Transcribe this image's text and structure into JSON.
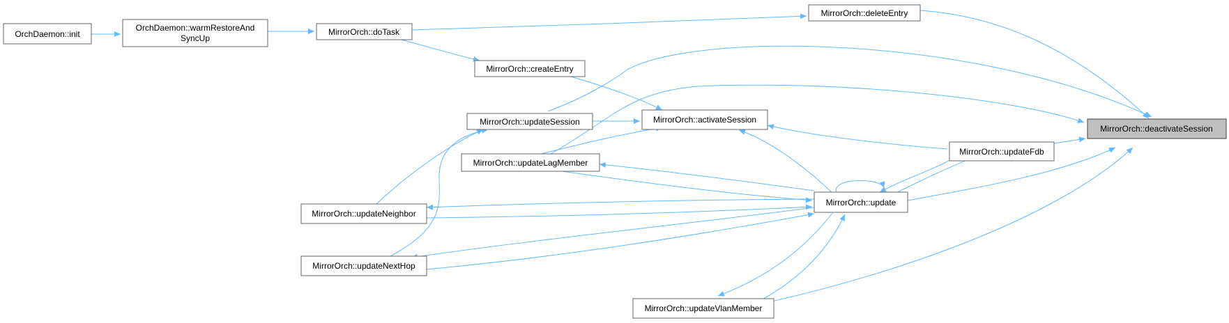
{
  "colors": {
    "edge": "#63b8ff",
    "node_border": "#666666",
    "highlight_fill": "#bfbfbf"
  },
  "nodes": {
    "orch_init": {
      "lines": [
        "OrchDaemon::init"
      ]
    },
    "warm": {
      "lines": [
        "OrchDaemon::warmRestoreAnd",
        "SyncUp"
      ]
    },
    "doTask": {
      "lines": [
        "MirrorOrch::doTask"
      ]
    },
    "deleteEntry": {
      "lines": [
        "MirrorOrch::deleteEntry"
      ]
    },
    "createEntry": {
      "lines": [
        "MirrorOrch::createEntry"
      ]
    },
    "updSession": {
      "lines": [
        "MirrorOrch::updateSession"
      ]
    },
    "activate": {
      "lines": [
        "MirrorOrch::activateSession"
      ]
    },
    "lag": {
      "lines": [
        "MirrorOrch::updateLagMember"
      ]
    },
    "fdb": {
      "lines": [
        "MirrorOrch::updateFdb"
      ]
    },
    "deactivate": {
      "lines": [
        "MirrorOrch::deactivateSession"
      ]
    },
    "update": {
      "lines": [
        "MirrorOrch::update"
      ]
    },
    "neighbor": {
      "lines": [
        "MirrorOrch::updateNeighbor"
      ]
    },
    "nexthop": {
      "lines": [
        "MirrorOrch::updateNextHop"
      ]
    },
    "vlan": {
      "lines": [
        "MirrorOrch::updateVlanMember"
      ]
    }
  }
}
